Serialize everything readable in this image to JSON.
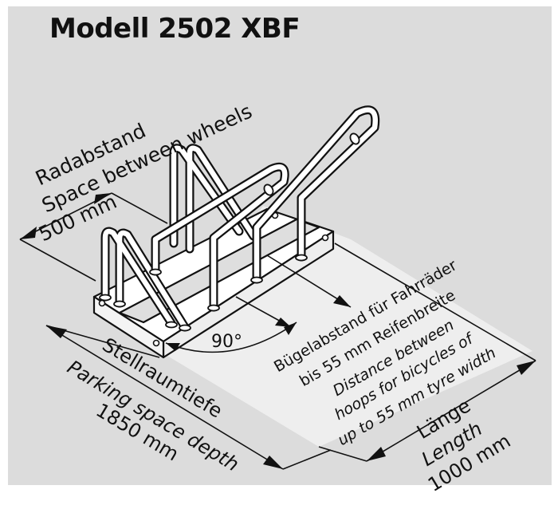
{
  "title": "Modell 2502 XBF",
  "wheel_spacing": {
    "label_de": "Radabstand",
    "label_en": "Space between wheels",
    "value": "500 mm"
  },
  "hoop_distance": {
    "label_de_1": "Bügelabstand für Fahrräder",
    "label_de_2": "bis 55 mm Reifenbreite",
    "label_en_1": "Distance between",
    "label_en_2": "hoops for bicycles of",
    "label_en_3": "up to 55 mm tyre width"
  },
  "angle": "90°",
  "parking_depth": {
    "label_de": "Stellraumtiefe",
    "label_en": "Parking space depth",
    "value": "1850 mm"
  },
  "length": {
    "label_de": "Länge",
    "label_en": "Length",
    "value": "1000 mm"
  }
}
